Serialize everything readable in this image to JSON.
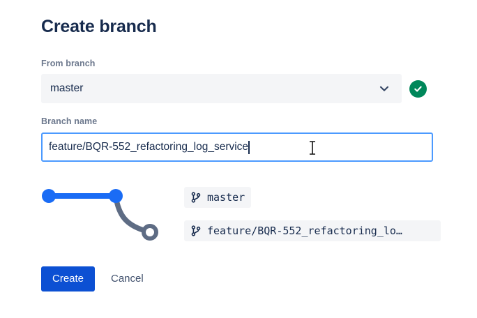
{
  "dialog": {
    "title": "Create branch"
  },
  "from_branch": {
    "label": "From branch",
    "selected": "master",
    "chevron_icon": "chevron-down-icon",
    "validation_icon": "check-circle-icon",
    "validation_color": "#00875A"
  },
  "branch_name": {
    "label": "Branch name",
    "value": "feature/BQR-552_refactoring_log_service",
    "placeholder": "Branch name",
    "border_color": "#4C9AFF"
  },
  "graph": {
    "base_color": "#1A6CF5",
    "new_branch_color": "#5E6C84",
    "nodes": [
      {
        "name": "base-start-node",
        "type": "filled",
        "color": "#1A6CF5"
      },
      {
        "name": "base-head-node",
        "type": "filled",
        "color": "#1A6CF5"
      },
      {
        "name": "new-branch-node",
        "type": "hollow",
        "color": "#5E6C84"
      }
    ]
  },
  "branch_labels": [
    {
      "icon": "git-branch-icon",
      "text": "master"
    },
    {
      "icon": "git-branch-icon",
      "text": "feature/BQR-552_refactoring_lo…"
    }
  ],
  "actions": {
    "create_label": "Create",
    "cancel_label": "Cancel",
    "create_color": "#0C50D3"
  }
}
